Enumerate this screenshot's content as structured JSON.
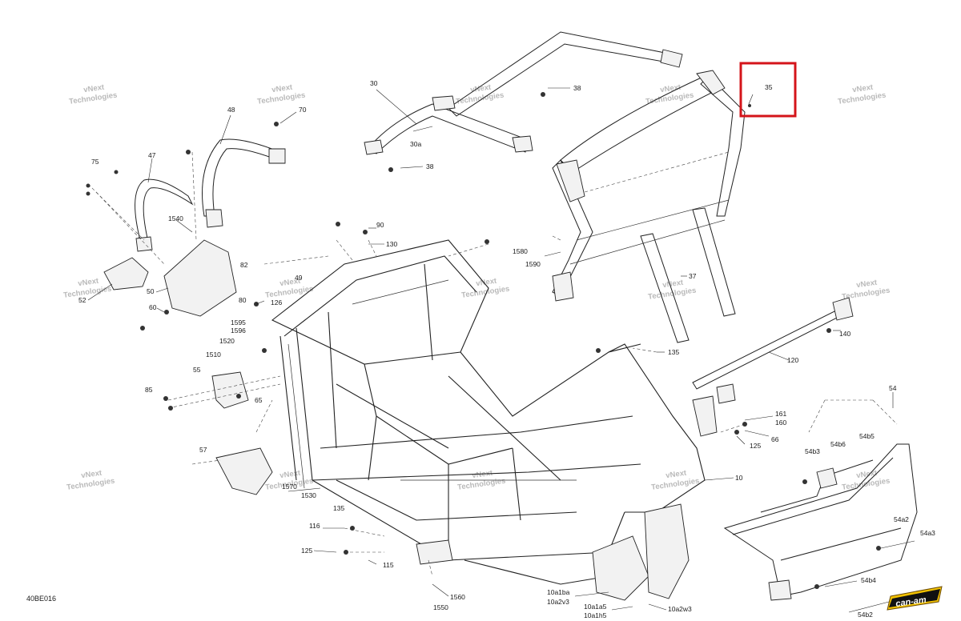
{
  "diagram": {
    "code": "40BE016",
    "brand": "can-am",
    "watermark": [
      "vNext",
      "Technologies"
    ],
    "highlight_colour": "#d4141a",
    "labels": {
      "l75": "75",
      "l47": "47",
      "l48": "48",
      "l70": "70",
      "l30": "30",
      "l30a": "30a",
      "l38a": "38",
      "l38b": "38",
      "l35": "35",
      "l1540": "1540",
      "l50": "50",
      "l52": "52",
      "l60": "60",
      "l90": "90",
      "l130": "130",
      "l82": "82",
      "l49": "49",
      "l126": "126",
      "l80": "80",
      "l1595": "1595",
      "l1596": "1596",
      "l1520": "1520",
      "l1510": "1510",
      "l55": "55",
      "l85": "85",
      "l65": "65",
      "l57": "57",
      "l1580": "1580",
      "l1590": "1590",
      "l37": "37",
      "l140": "140",
      "l135a": "135",
      "l120": "120",
      "l54": "54",
      "l161": "161",
      "l160": "160",
      "l66": "66",
      "l125a": "125",
      "l54b3": "54b3",
      "l54b6": "54b6",
      "l54b5": "54b5",
      "l10": "10",
      "l1570": "1570",
      "l1530": "1530",
      "l135b": "135",
      "l116": "116",
      "l125b": "125",
      "l115": "115",
      "l1560": "1560",
      "l1550": "1550",
      "l54a2": "54a2",
      "l54a3": "54a3",
      "l54b4": "54b4",
      "l54b2": "54b2",
      "l10a1ba": "10a1ba",
      "l10a2v3": "10a2v3",
      "l10a1a5": "10a1a5",
      "l10a1h5": "10a1h5",
      "l10a2w3": "10a2w3"
    }
  }
}
